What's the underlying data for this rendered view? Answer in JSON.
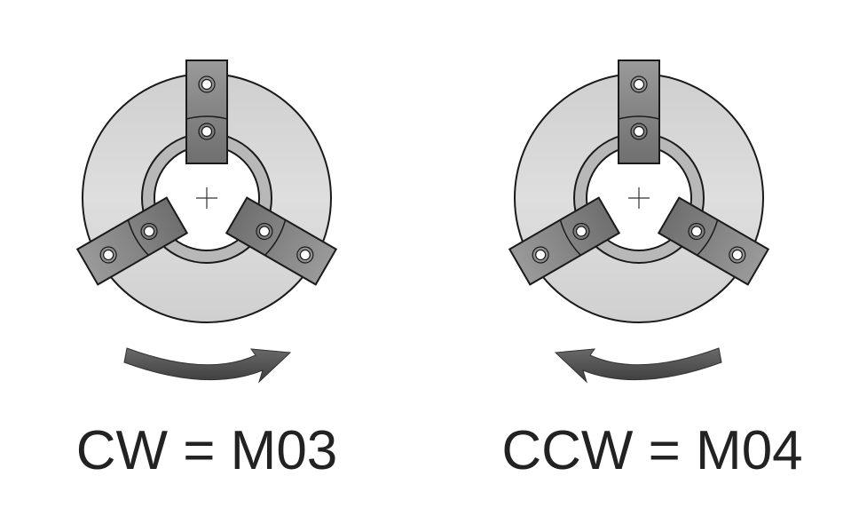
{
  "panels": [
    {
      "label": "CW = M03",
      "direction": "clockwise"
    },
    {
      "label": "CCW = M04",
      "direction": "counterclockwise"
    }
  ],
  "colors": {
    "face": "#d4d4d4",
    "jaw": "#8a8a8a",
    "arrow": "#4f4f4f",
    "outline": "#1a1a1a"
  }
}
